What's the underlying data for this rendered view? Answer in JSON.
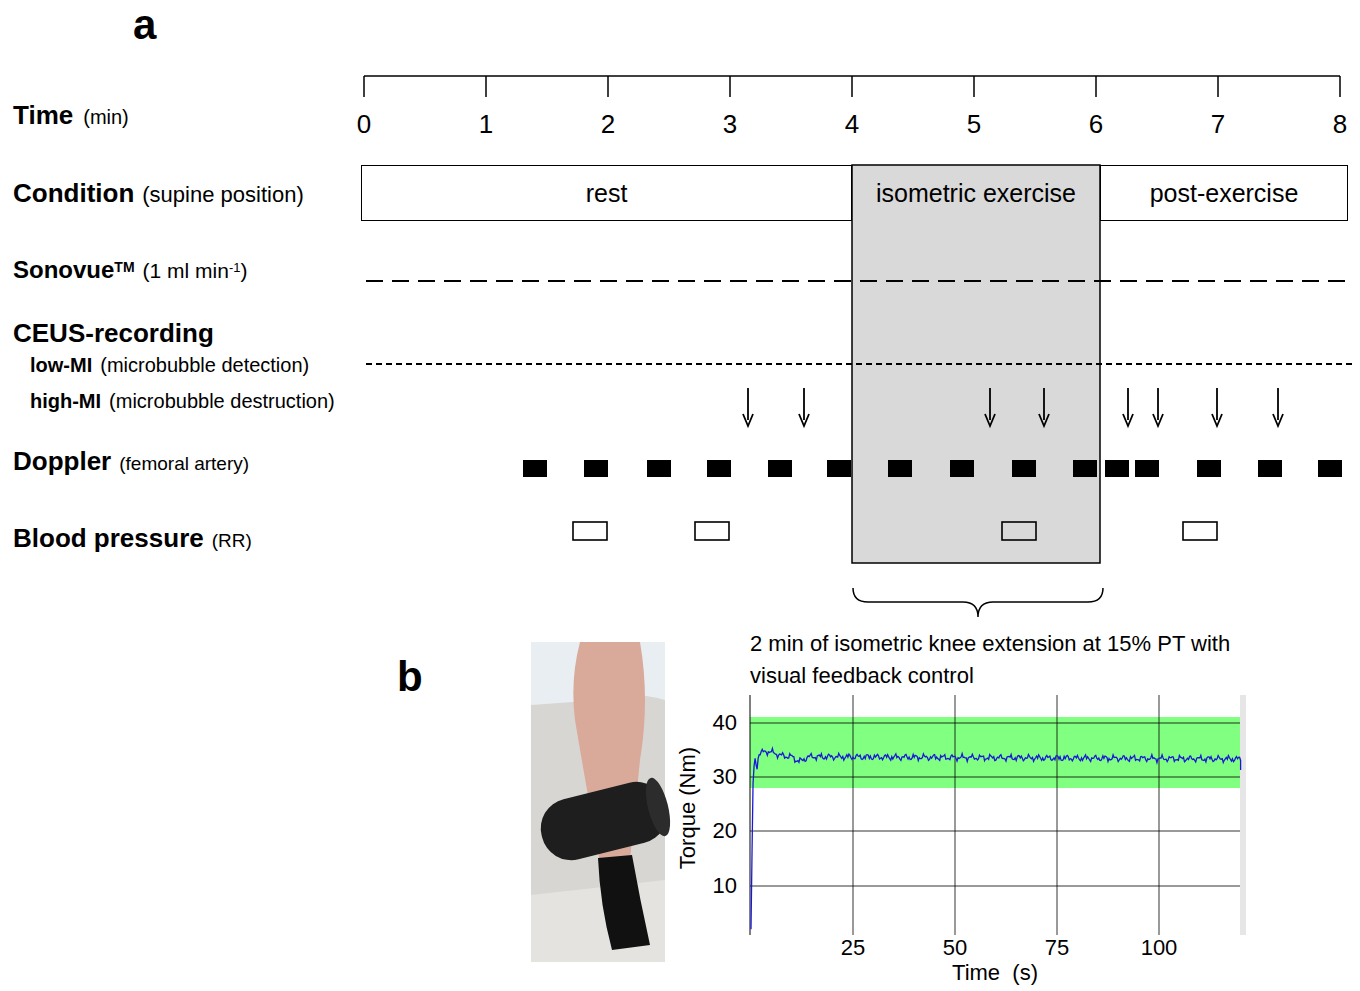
{
  "diagram": {
    "nodes": [
      {
        "text": [
          "rest"
        ]
      },
      {
        "text": [
          "isometric exercise"
        ]
      },
      {
        "text": [
          "post-exercise"
        ]
      }
    ],
    "labels": [
      "a",
      "Time",
      "(min)",
      "0",
      "1",
      "2",
      "3",
      "4",
      "5",
      "6",
      "7",
      "8",
      "Condition",
      "(supine position)",
      "Sonovue",
      "TM",
      "(1 ml min",
      "-1",
      ")",
      "CEUS-recording",
      "low-MI",
      "(microbubble detection)",
      "high-MI",
      "(microbubble destruction)",
      "Doppler",
      "(femoral artery)",
      "Blood pressure",
      "(RR)",
      "b",
      "2 min of isometric knee extension at 15% PT with visual feedback control",
      "40",
      "30",
      "20",
      "10",
      "Torque (Nm)",
      "25",
      "50",
      "75",
      "100",
      "Time  (s)"
    ]
  }
}
